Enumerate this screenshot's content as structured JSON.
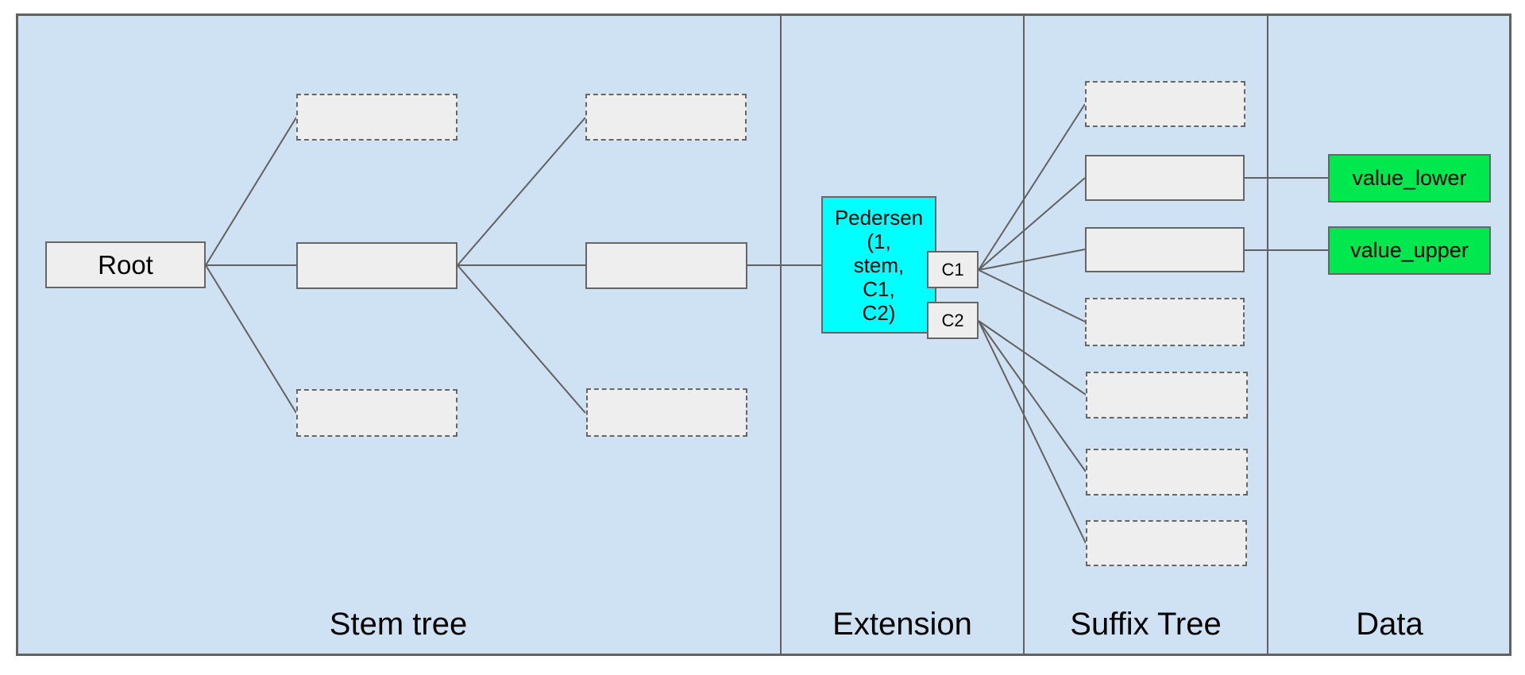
{
  "diagram": {
    "regions": [
      {
        "id": "stem-tree",
        "label": "Stem tree"
      },
      {
        "id": "extension",
        "label": "Extension"
      },
      {
        "id": "suffix-tree",
        "label": "Suffix Tree"
      },
      {
        "id": "data",
        "label": "Data"
      }
    ],
    "nodes": {
      "root": {
        "label": "Root"
      },
      "pedersen": {
        "lines": [
          "Pedersen",
          "(1,",
          "stem,",
          "C1,",
          "C2)"
        ]
      },
      "c1": {
        "label": "C1"
      },
      "c2": {
        "label": "C2"
      },
      "value_lower": {
        "label": "value_lower"
      },
      "value_upper": {
        "label": "value_upper"
      }
    },
    "placeholder_counts": {
      "stem_tree_dashed": 4,
      "stem_tree_solid": 2,
      "suffix_tree_dashed": 5,
      "suffix_tree_solid": 2
    },
    "colors": {
      "panel_background": "#cfe2f3",
      "node_fill": "#eeeeee",
      "stroke": "#666666",
      "pedersen_fill": "#00ffff",
      "value_fill": "#00e84d",
      "text": "#000000"
    }
  }
}
